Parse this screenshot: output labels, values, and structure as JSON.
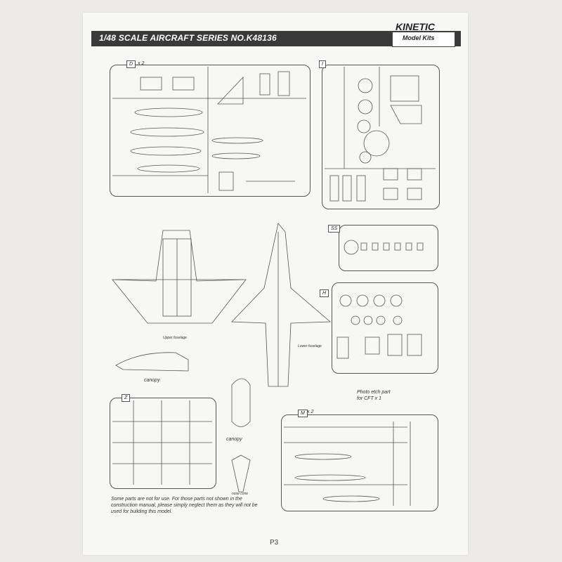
{
  "header": {
    "title": "1/48 SCALE  AIRCRAFT  SERIES NO.K48136",
    "brand": "KINETIC",
    "brand_sub": "Model Kits"
  },
  "sprues": {
    "d_label": "D",
    "d_mult": "x 2",
    "i_label": "I",
    "ss_label": "SS",
    "h_label": "H",
    "z_label": "Z",
    "m_label": "M",
    "m_mult": "x 2"
  },
  "captions": {
    "upper_fuselage": "Upper fuselage",
    "lower_fuselage": "Lower fuselage",
    "canopy1": "canopy",
    "canopy2": "canopy",
    "nose_cone": "nose cone",
    "photo_etch": "Photo etch part\nfor CFT x 1"
  },
  "note": "Some parts are not for use. For those parts not shown in the construction manual, please simply neglect them as they will not be used for building this model.",
  "page_number": "P3"
}
